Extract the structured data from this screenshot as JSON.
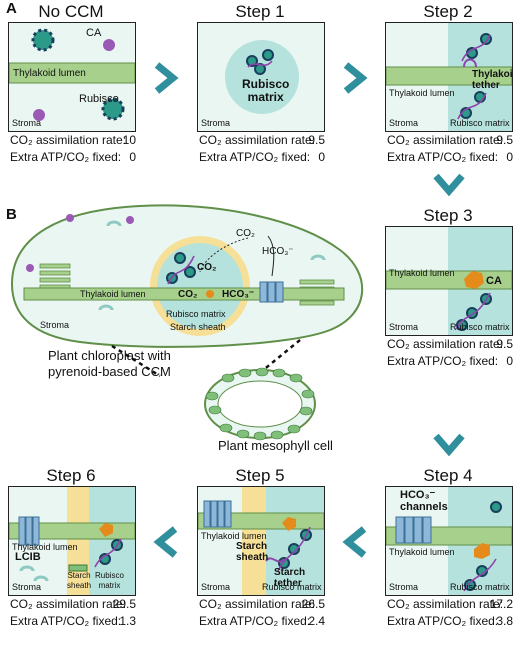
{
  "section_labels": {
    "a": "A",
    "b": "B"
  },
  "panels": {
    "no_ccm": {
      "title": "No CCM",
      "co2_rate_label": "CO₂ assimilation rate:",
      "co2_rate": "10",
      "atp_label": "Extra ATP/CO₂ fixed:",
      "atp": "0",
      "labels": {
        "ca": "CA",
        "thylakoid": "Thylakoid lumen",
        "rubisco": "Rubisco",
        "stroma": "Stroma"
      }
    },
    "step1": {
      "title": "Step 1",
      "co2_rate_label": "CO₂ assimilation rate:",
      "co2_rate": "9.5",
      "atp_label": "Extra ATP/CO₂ fixed:",
      "atp": "0",
      "labels": {
        "matrix": "Rubisco\nmatrix",
        "stroma": "Stroma"
      }
    },
    "step2": {
      "title": "Step 2",
      "co2_rate_label": "CO₂ assimilation rate:",
      "co2_rate": "9.5",
      "atp_label": "Extra ATP/CO₂ fixed:",
      "atp": "0",
      "labels": {
        "thylakoid": "Thylakoid lumen",
        "tether": "Thylakoid\ntether",
        "stroma": "Stroma",
        "matrix": "Rubisco matrix"
      }
    },
    "step3": {
      "title": "Step 3",
      "co2_rate_label": "CO₂ assimilation rate:",
      "co2_rate": "9.5",
      "atp_label": "Extra ATP/CO₂ fixed:",
      "atp": "0",
      "labels": {
        "thylakoid": "Thylakoid lumen",
        "ca": "CA",
        "stroma": "Stroma",
        "matrix": "Rubisco matrix"
      }
    },
    "step4": {
      "title": "Step 4",
      "co2_rate_label": "CO₂ assimilation rate:",
      "co2_rate": "17.2",
      "atp_label": "Extra ATP/CO₂ fixed:",
      "atp": "3.8",
      "labels": {
        "channels": "HCO₃⁻\nchannels",
        "thylakoid": "Thylakoid lumen",
        "stroma": "Stroma",
        "matrix": "Rubisco matrix"
      }
    },
    "step5": {
      "title": "Step 5",
      "co2_rate_label": "CO₂ assimilation rate:",
      "co2_rate": "26.5",
      "atp_label": "Extra ATP/CO₂ fixed:",
      "atp": "2.4",
      "labels": {
        "thylakoid": "Thylakoid lumen",
        "sheath": "Starch\nsheath",
        "tether": "Starch\ntether",
        "stroma": "Stroma",
        "matrix": "Rubisco matrix"
      }
    },
    "step6": {
      "title": "Step 6",
      "co2_rate_label": "CO₂ assimilation rate:",
      "co2_rate": "29.5",
      "atp_label": "Extra ATP/CO₂ fixed:",
      "atp": "1.3",
      "labels": {
        "thylakoid": "Thylakoid lumen",
        "lcib": "LCIB",
        "stroma": "Stroma",
        "sheath": "Starch\nsheath",
        "matrix": "Rubisco\nmatrix"
      }
    }
  },
  "chloroplast": {
    "co2_top": "CO₂",
    "hco3_top": "HCO₃⁻",
    "co2_inner": "CO₂",
    "co2_lumen": "CO₂",
    "hco3_lumen": "HCO₃⁻",
    "thylakoid": "Thylakoid lumen",
    "matrix": "Rubisco matrix",
    "sheath": "Starch sheath",
    "stroma": "Stroma",
    "caption": "Plant chloroplast with\npyrenoid-based CCM",
    "cell_caption": "Plant mesophyll cell"
  },
  "colors": {
    "thylakoid": "#a8d08d",
    "thylakoid_edge": "#5f8f48",
    "matrix": "#b5e2dc",
    "stroma": "#eaf6f2",
    "sheath": "#f6df96",
    "rubisco": "#2b9a88",
    "ca": "#9b59b6",
    "arrow": "#2f8f9d",
    "ca_orange": "#e58b1c"
  }
}
